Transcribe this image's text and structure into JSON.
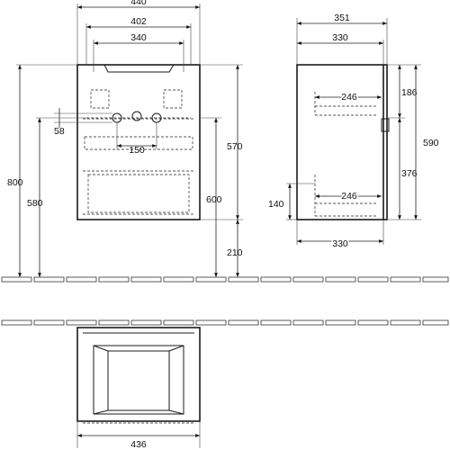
{
  "front": {
    "width_outer": "440",
    "width_inner": "402",
    "width_top": "340",
    "height_total": "800",
    "height_siphon": "580",
    "height_body": "570",
    "height_floor_top": "600",
    "height_floor": "210",
    "offset_58": "58",
    "spacing_150": "150"
  },
  "side": {
    "depth_outer": "351",
    "depth_inner": "330",
    "drawer_inner_top": "246",
    "drawer_inner_bottom": "246",
    "height_186": "186",
    "height_376": "376",
    "height_590": "590",
    "height_140": "140",
    "depth_bottom": "330"
  },
  "plan": {
    "width": "436"
  }
}
